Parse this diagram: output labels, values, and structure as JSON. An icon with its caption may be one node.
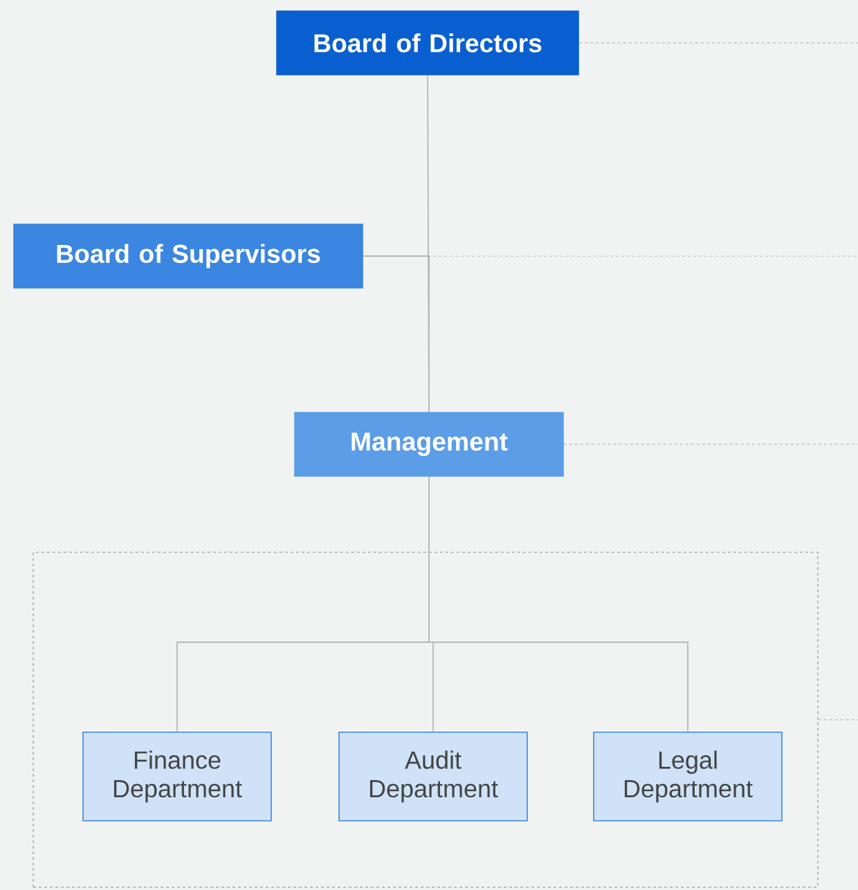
{
  "diagram": {
    "nodes": [
      {
        "text": [
          "Board of Directors"
        ]
      },
      {
        "text": [
          "Board of Supervisors"
        ]
      },
      {
        "text": [
          "Management"
        ]
      },
      {
        "text": [],
        "shape": "box"
      },
      {
        "text": [
          "Finance Department"
        ],
        "in": 3
      },
      {
        "text": [
          "Audit Department"
        ],
        "in": 3
      },
      {
        "text": [
          "Legal Department"
        ],
        "in": 3
      }
    ],
    "edges": [
      {
        "from": 0,
        "to": 2,
        "arrow": "none"
      },
      {
        "from": 1,
        "to": 2,
        "arrow": "none"
      },
      {
        "from": 2,
        "to": 4,
        "arrow": "none"
      },
      {
        "from": 2,
        "to": 5,
        "arrow": "none"
      },
      {
        "from": 2,
        "to": 6,
        "arrow": "none"
      },
      {
        "from": 0,
        "to": null,
        "arrow": "none",
        "style": "dashed"
      },
      {
        "from": 1,
        "to": null,
        "arrow": "none",
        "style": "dashed"
      },
      {
        "from": 2,
        "to": null,
        "arrow": "none",
        "style": "dashed"
      },
      {
        "from": 3,
        "to": null,
        "arrow": "none",
        "style": "dashed"
      }
    ]
  }
}
